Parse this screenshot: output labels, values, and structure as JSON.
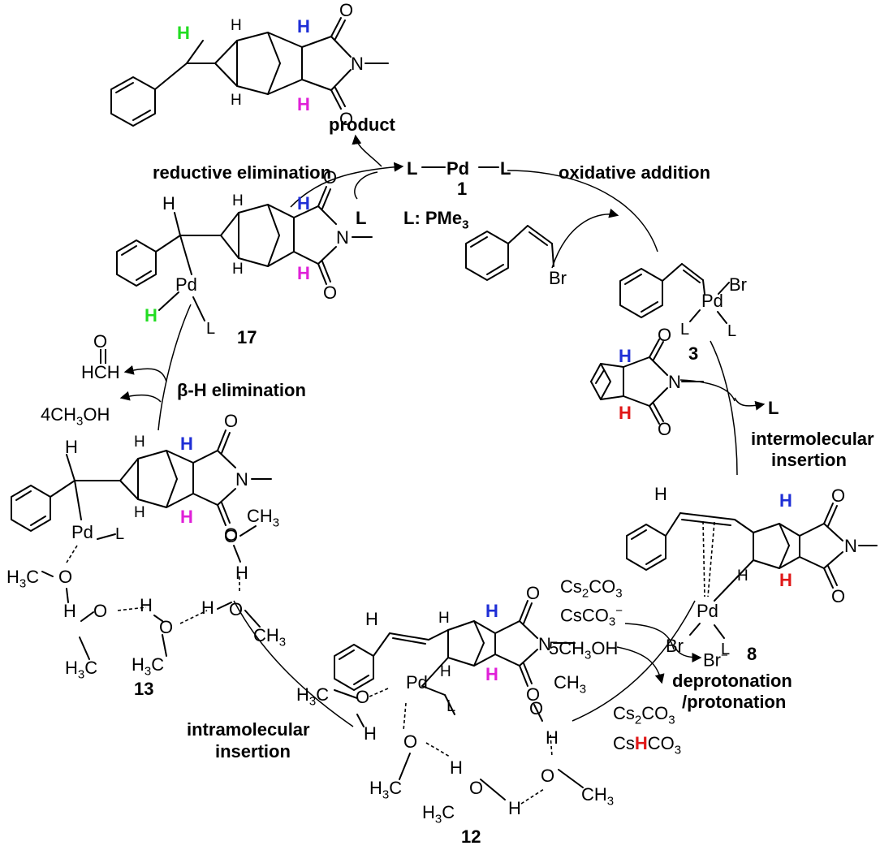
{
  "colors": {
    "bridgehead_h": "#1f2fd6",
    "ring_h": "#e020d8",
    "transfer_h_green": "#22dd22",
    "transfer_h_red": "#e01818"
  },
  "steps": {
    "oxidative_addition": "oxidative addition",
    "intermolecular_insertion_1": "intermolecular",
    "intermolecular_insertion_2": "insertion",
    "deprotonation_1": "deprotonation",
    "deprotonation_2": "/protonation",
    "intramolecular_insertion_1": "intramolecular",
    "intramolecular_insertion_2": "insertion",
    "beta_h_elimination": "β-H elimination",
    "reductive_elimination": "reductive elimination"
  },
  "compounds": {
    "c1": "1",
    "c3": "3",
    "c8": "8",
    "c12": "12",
    "c13": "13",
    "c17": "17",
    "product": "product"
  },
  "catalyst": {
    "ligand_def": "L: PMe",
    "ligand_def_sub": "3",
    "pd": "Pd",
    "l": "L"
  },
  "atoms": {
    "H": "H",
    "N": "N",
    "O": "O",
    "Br": "Br",
    "Pd": "Pd",
    "L": "L",
    "CH3": "CH",
    "sub3": "3",
    "H3C_pre": "H",
    "H3C_post": "C"
  },
  "reagents": {
    "hcho": "O",
    "hch": "HCH",
    "methanol4": "4CH",
    "methanol4_post": "OH",
    "cs": "Cs",
    "co": "CO",
    "sub2": "2",
    "sub3": "3",
    "cscoa": "CsCO",
    "minus": "−",
    "methanol5": "5CH",
    "methanol5_post": "OH",
    "br_ion": "Br",
    "cshco_pre": "Cs",
    "cshco_h": "H",
    "cshco_post": "CO"
  }
}
